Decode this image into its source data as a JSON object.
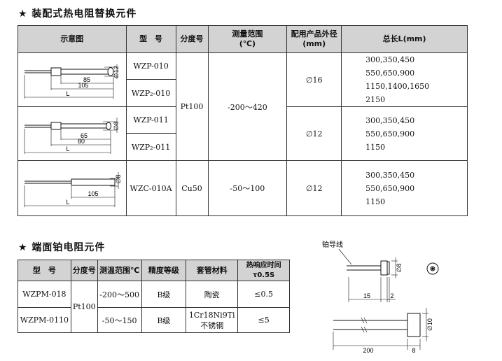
{
  "section1": {
    "title": "★ 装配式热电阻替换元件",
    "headers": [
      "示意图",
      "型　号",
      "分度号",
      "测量范围\n(℃)",
      "配用产品外径\n(mm)",
      "总长L(mm)"
    ],
    "rows": [
      {
        "model": "WZP-010"
      },
      {
        "model": "WZP₂-010"
      },
      {
        "model": "WZP-011"
      },
      {
        "model": "WZP₂-011"
      },
      {
        "model": "WZC-010A"
      }
    ],
    "grad_pt": "Pt100",
    "range_pt": "-200～420",
    "grad_cu": "Cu50",
    "range_cu": "-50～100",
    "diam_1": "∅16",
    "diam_2": "∅12",
    "diam_3": "∅12",
    "len_1": [
      "300,350,450",
      "550,650,900",
      "1150,1400,1650",
      "2150"
    ],
    "len_2": [
      "300,350,450",
      "550,650,900",
      "1150"
    ],
    "len_3": [
      "300,350,450",
      "550,650,900",
      "1150"
    ],
    "diagrams": {
      "d1": {
        "dia": "∅12",
        "dim_a": "85",
        "dim_b": "105",
        "dim_l": "L"
      },
      "d2": {
        "dia": "∅8",
        "dim_a": "65",
        "dim_b": "80",
        "dim_l": "L"
      },
      "d3": {
        "dia": "∅8",
        "dim_a": "105",
        "dim_l": "L"
      }
    }
  },
  "section2": {
    "title": "★ 端面铂电阻元件",
    "headers": [
      "型　号",
      "分度号",
      "测温范围℃",
      "精度等级",
      "套管材料",
      "热响应时间τ0.5S"
    ],
    "rows": [
      {
        "model": "WZPM-018",
        "range": "-200～500",
        "grade": "B级",
        "material": "陶瓷",
        "time": "≤0.5"
      },
      {
        "model": "WZPM-0110",
        "range": "-50～150",
        "grade": "B级",
        "material": "1Cr18Ni9Ti\n不锈钢",
        "time": "≤5"
      }
    ],
    "grad": "Pt100"
  },
  "drawing": {
    "lead_label": "铂导线",
    "dia_top": "∅8",
    "dim_15": "15",
    "dim_2": "2",
    "dia_bottom": "∅10",
    "dim_200": "200",
    "dim_8": "8"
  }
}
